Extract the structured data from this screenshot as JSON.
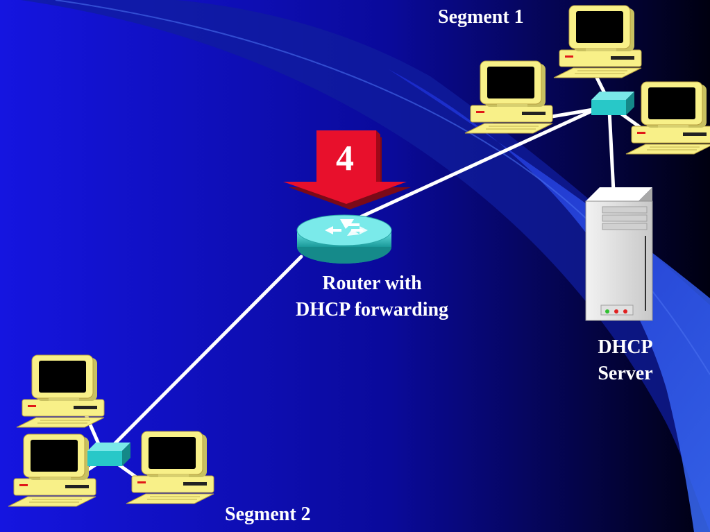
{
  "step": {
    "number": "4"
  },
  "labels": {
    "segment1": "Segment 1",
    "segment2": "Segment 2",
    "router_line1": "Router with",
    "router_line2": "DHCP forwarding",
    "server_line1": "DHCP",
    "server_line2": "Server"
  },
  "colors": {
    "background_blue": "#1010c8",
    "arc_blue": "#3060f0",
    "computer": "#f8f088",
    "hub": "#28c8c8",
    "router": "#40d0d0",
    "arrow": "#e0102a",
    "cable": "#ffffff"
  },
  "icons": {
    "computer": "desktop-computer-icon",
    "hub": "network-hub-icon",
    "router": "router-icon",
    "server": "server-tower-icon",
    "arrow": "down-arrow-icon"
  }
}
